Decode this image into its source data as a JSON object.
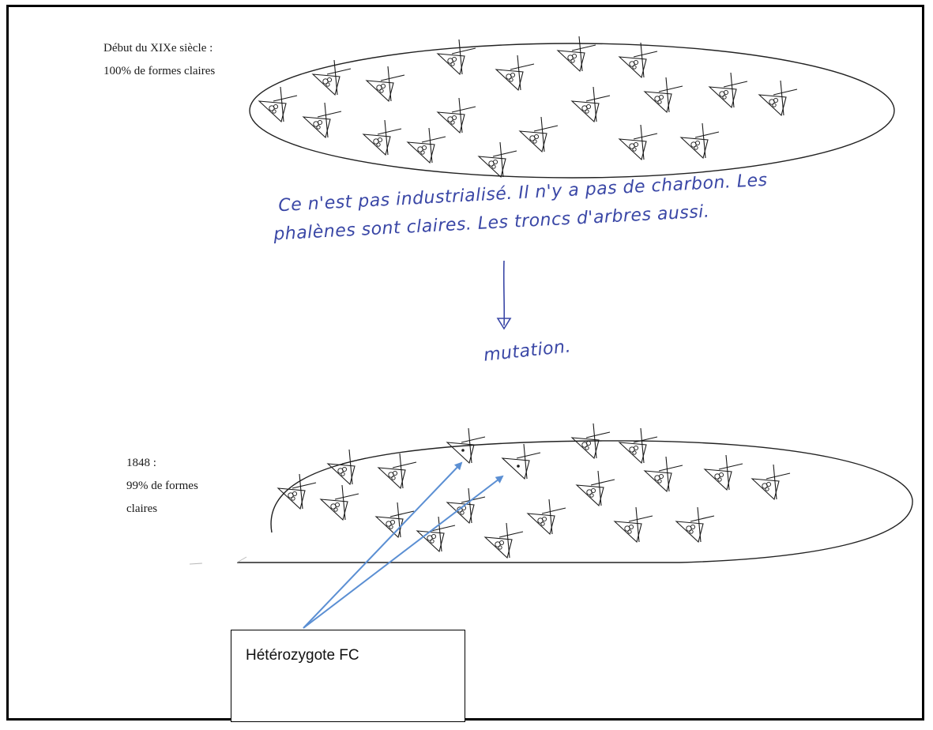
{
  "top_panel": {
    "caption_line1": "Début du XIXe siècle :",
    "caption_line2": "100% de formes claires"
  },
  "handwriting": {
    "line1": "Ce n'est pas industrialisé. Il n'y a pas de charbon. Les",
    "line2": "phalènes sont claires. Les troncs d'arbres aussi.",
    "arrow_label": "mutation."
  },
  "bottom_panel": {
    "caption_line1": "1848 :",
    "caption_line2": "99% de formes",
    "caption_line3": "claires"
  },
  "callout": {
    "label": "Hétérozygote FC"
  },
  "colors": {
    "ink": "#1a1a1a",
    "pen": "#3a47a6",
    "pointer": "#5b8fd3"
  }
}
